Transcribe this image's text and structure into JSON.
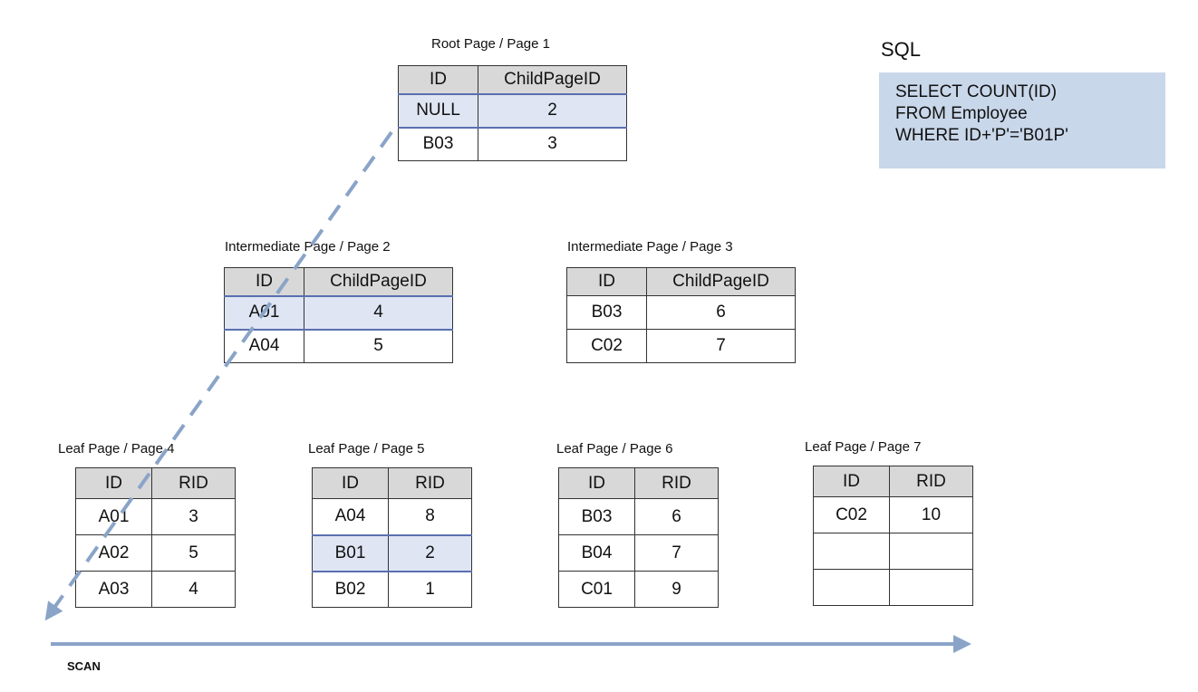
{
  "sql": {
    "label": "SQL",
    "lines": [
      "SELECT COUNT(ID)",
      "FROM Employee",
      "WHERE ID+'P'='B01P'"
    ]
  },
  "scan_label": "SCAN",
  "colors": {
    "highlight": "#dfe5f3",
    "header": "#d8d8d8",
    "arrow": "#8aa4c8",
    "sql_bg": "#c9d7ea"
  },
  "pages": [
    {
      "title": "Root Page / Page 1",
      "headers": [
        "ID",
        "ChildPageID"
      ],
      "rows": [
        [
          "NULL",
          "2"
        ],
        [
          "B03",
          "3"
        ]
      ],
      "highlight": 0
    },
    {
      "title": "Intermediate Page / Page 2",
      "headers": [
        "ID",
        "ChildPageID"
      ],
      "rows": [
        [
          "A01",
          "4"
        ],
        [
          "A04",
          "5"
        ]
      ],
      "highlight": 0
    },
    {
      "title": "Intermediate Page / Page 3",
      "headers": [
        "ID",
        "ChildPageID"
      ],
      "rows": [
        [
          "B03",
          "6"
        ],
        [
          "C02",
          "7"
        ]
      ],
      "highlight": -1
    },
    {
      "title": "Leaf Page / Page 4",
      "headers": [
        "ID",
        "RID"
      ],
      "rows": [
        [
          "A01",
          "3"
        ],
        [
          "A02",
          "5"
        ],
        [
          "A03",
          "4"
        ]
      ],
      "highlight": -1
    },
    {
      "title": "Leaf Page / Page 5",
      "headers": [
        "ID",
        "RID"
      ],
      "rows": [
        [
          "A04",
          "8"
        ],
        [
          "B01",
          "2"
        ],
        [
          "B02",
          "1"
        ]
      ],
      "highlight": 1
    },
    {
      "title": "Leaf Page / Page 6",
      "headers": [
        "ID",
        "RID"
      ],
      "rows": [
        [
          "B03",
          "6"
        ],
        [
          "B04",
          "7"
        ],
        [
          "C01",
          "9"
        ]
      ],
      "highlight": -1
    },
    {
      "title": "Leaf Page / Page 7",
      "headers": [
        "ID",
        "RID"
      ],
      "rows": [
        [
          "C02",
          "10"
        ],
        [
          "",
          ""
        ],
        [
          "",
          ""
        ]
      ],
      "highlight": -1
    }
  ]
}
